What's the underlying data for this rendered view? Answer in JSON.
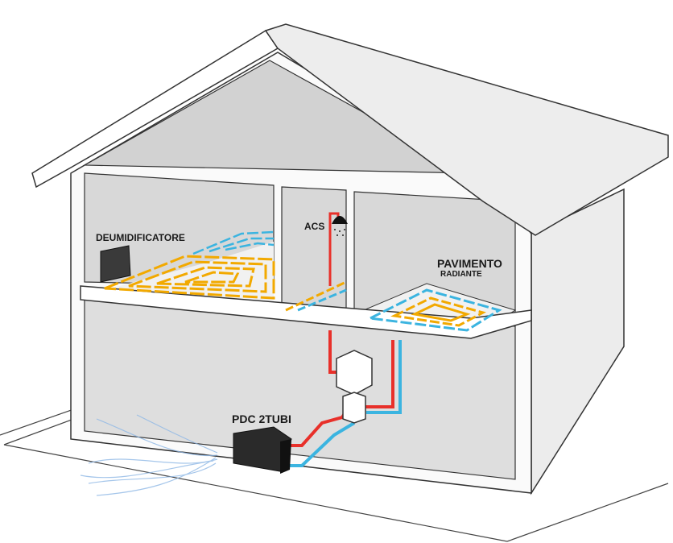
{
  "labels": {
    "dehumidifier": "DEUMIDIFICATORE",
    "dhw": "ACS",
    "floor_heating_line1": "PAVIMENTO",
    "floor_heating_line2": "RADIANTE",
    "heat_pump": "PDC 2TUBI"
  },
  "colors": {
    "hot_pipe": "#e8302a",
    "cold_pipe": "#3bb4e0",
    "floor_loop": "#f2a900",
    "wall": "#dcdcdc",
    "outline": "#333333"
  }
}
